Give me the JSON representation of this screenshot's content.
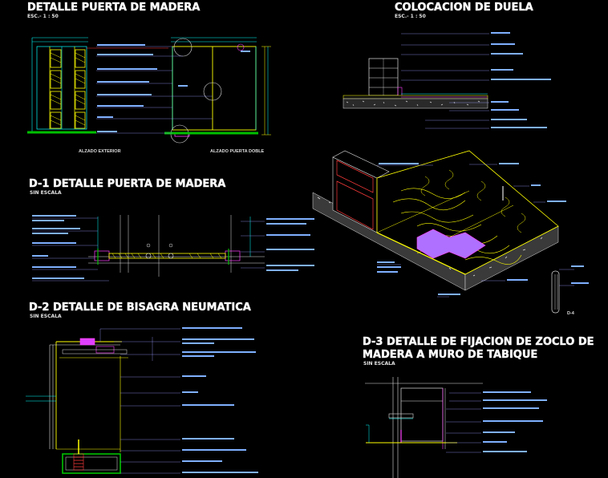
{
  "titles": {
    "puerta": "DETALLE PUERTA DE MADERA",
    "puerta_scale": "ESC.- 1 : 50",
    "duela": "COLOCACION DE DUELA",
    "duela_scale": "ESC.- 1 : 50",
    "d1": "D-1  DETALLE PUERTA DE MADERA",
    "d1_scale": "SIN ESCALA",
    "d2": "D-2  DETALLE DE BISAGRA NEUMATICA",
    "d2_scale": "SIN ESCALA",
    "d3_line1": "D-3  DETALLE DE FIJACION DE ZOCLO DE",
    "d3_line2": "MADERA A MURO DE TABIQUE",
    "d3_scale": "SIN ESCALA"
  },
  "captions": {
    "alzado_exterior": "ALZADO EXTERIOR",
    "alzado_doble": "ALZADO PUERTA DOBLE",
    "d4_tag": "D-4"
  },
  "colors": {
    "background": "#000000",
    "yellow": "#ffff00",
    "green": "#00c000",
    "cyan": "#00ffff",
    "red": "#ff3b3b",
    "magenta": "#ff40ff",
    "violet": "#b070ff",
    "white": "#ffffff",
    "note_blue": "#7fb0ff"
  }
}
